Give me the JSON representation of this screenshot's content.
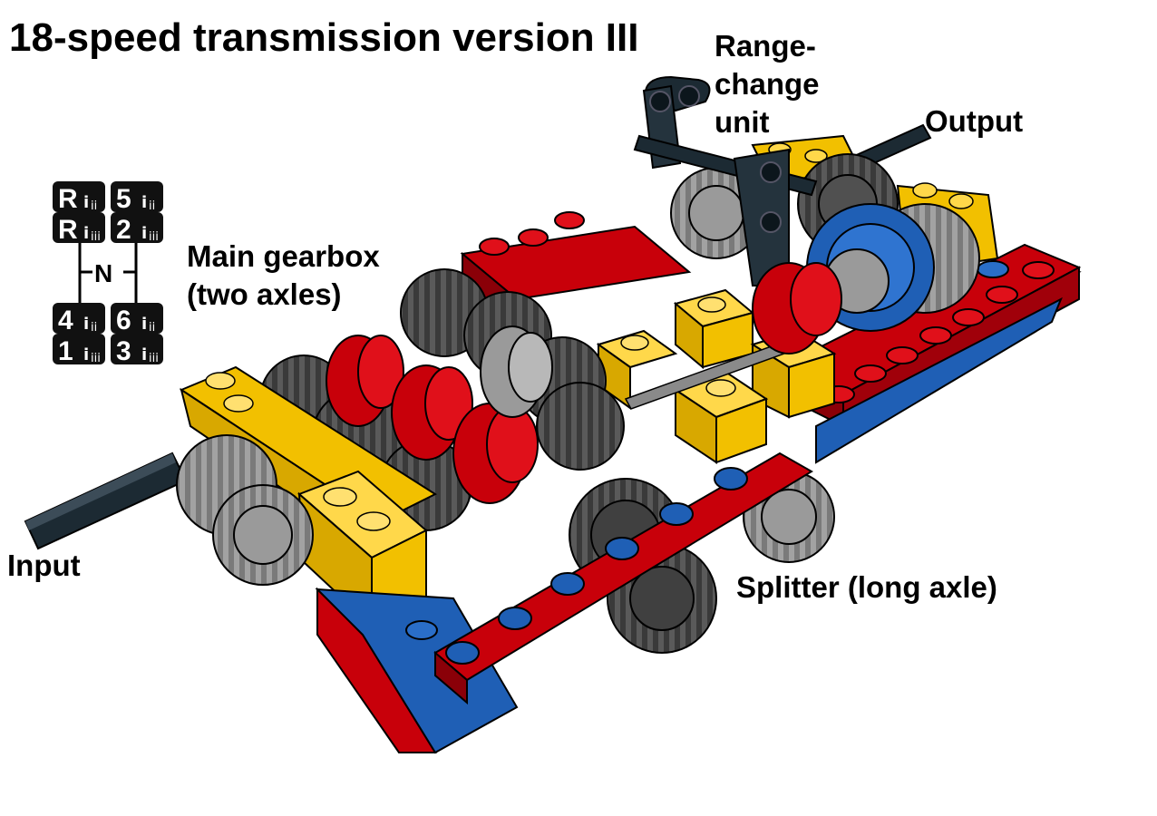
{
  "diagram": {
    "title": "18-speed transmission version III",
    "labels": {
      "range_change": "Range-\nchange\nunit",
      "output": "Output",
      "main_gearbox": "Main gearbox\n(two axles)",
      "input": "Input",
      "splitter": "Splitter (long axle)"
    },
    "shift_pattern": {
      "top": [
        "R",
        "5"
      ],
      "upper": [
        "R",
        "2"
      ],
      "neutral": "N",
      "lower": [
        "4",
        "6"
      ],
      "bottom": [
        "1",
        "3"
      ]
    }
  },
  "colors": {
    "red": "#c8000a",
    "yellow": "#f2c000",
    "blue": "#1f5fb5",
    "dark_gray": "#585858",
    "light_gray": "#9a9a9a",
    "black_axle": "#1c2a33"
  }
}
